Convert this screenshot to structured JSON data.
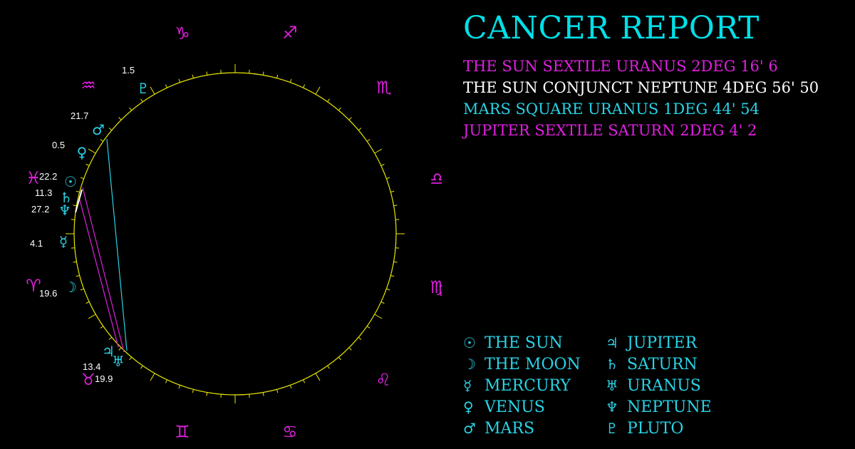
{
  "title": "CANCER REPORT",
  "colors": {
    "background": "#000000",
    "ring": "#e8e800",
    "cyan": "#29d3e6",
    "magenta": "#e020e0",
    "white": "#ffffff"
  },
  "aspects": [
    {
      "text": "THE SUN SEXTILE URANUS 2DEG 16' 6",
      "color": "#e020e0"
    },
    {
      "text": "THE SUN CONJUNCT NEPTUNE 4DEG 56' 50",
      "color": "#ffffff"
    },
    {
      "text": "MARS SQUARE URANUS 1DEG 44' 54",
      "color": "#29d3e6"
    },
    {
      "text": "JUPITER SEXTILE SATURN 2DEG 4' 2",
      "color": "#e020e0"
    }
  ],
  "legend_left": [
    {
      "symbol": "☉",
      "label": "THE SUN",
      "icon": "sun-icon"
    },
    {
      "symbol": "☽",
      "label": "THE MOON",
      "icon": "moon-icon"
    },
    {
      "symbol": "☿",
      "label": "MERCURY",
      "icon": "mercury-icon"
    },
    {
      "symbol": "♀",
      "label": "VENUS",
      "icon": "venus-icon"
    },
    {
      "symbol": "♂",
      "label": "MARS",
      "icon": "mars-icon"
    }
  ],
  "legend_right": [
    {
      "symbol": "♃",
      "label": "JUPITER",
      "icon": "jupiter-icon"
    },
    {
      "symbol": "♄",
      "label": "SATURN",
      "icon": "saturn-icon"
    },
    {
      "symbol": "♅",
      "label": "URANUS",
      "icon": "uranus-icon"
    },
    {
      "symbol": "♆",
      "label": "NEPTUNE",
      "icon": "neptune-icon"
    },
    {
      "symbol": "♇",
      "label": "PLUTO",
      "icon": "pluto-icon"
    }
  ],
  "zodiac_signs": [
    {
      "symbol": "♑",
      "name": "capricorn"
    },
    {
      "symbol": "♐",
      "name": "sagittarius"
    },
    {
      "symbol": "♏",
      "name": "scorpio"
    },
    {
      "symbol": "♎",
      "name": "libra"
    },
    {
      "symbol": "♍",
      "name": "virgo"
    },
    {
      "symbol": "♌",
      "name": "leo"
    },
    {
      "symbol": "♋",
      "name": "cancer"
    },
    {
      "symbol": "♊",
      "name": "gemini"
    },
    {
      "symbol": "♉",
      "name": "taurus"
    },
    {
      "symbol": "♈",
      "name": "aries"
    },
    {
      "symbol": "♓",
      "name": "pisces"
    },
    {
      "symbol": "♒",
      "name": "aquarius"
    }
  ],
  "planets": [
    {
      "name": "pluto",
      "symbol": "♇",
      "degree": "1.5"
    },
    {
      "name": "mars",
      "symbol": "♂",
      "degree": "21.7"
    },
    {
      "name": "venus",
      "symbol": "♀",
      "degree": "0.5"
    },
    {
      "name": "sun",
      "symbol": "☉",
      "degree": "22.2"
    },
    {
      "name": "saturn",
      "symbol": "♄",
      "degree": "11.3"
    },
    {
      "name": "neptune",
      "symbol": "♆",
      "degree": "27.2"
    },
    {
      "name": "mercury",
      "symbol": "☿",
      "degree": "4.1"
    },
    {
      "name": "moon",
      "symbol": "☽",
      "degree": "19.6"
    },
    {
      "name": "jupiter",
      "symbol": "♃",
      "degree": "13.4"
    },
    {
      "name": "uranus",
      "symbol": "♅",
      "degree": "19.9"
    }
  ]
}
